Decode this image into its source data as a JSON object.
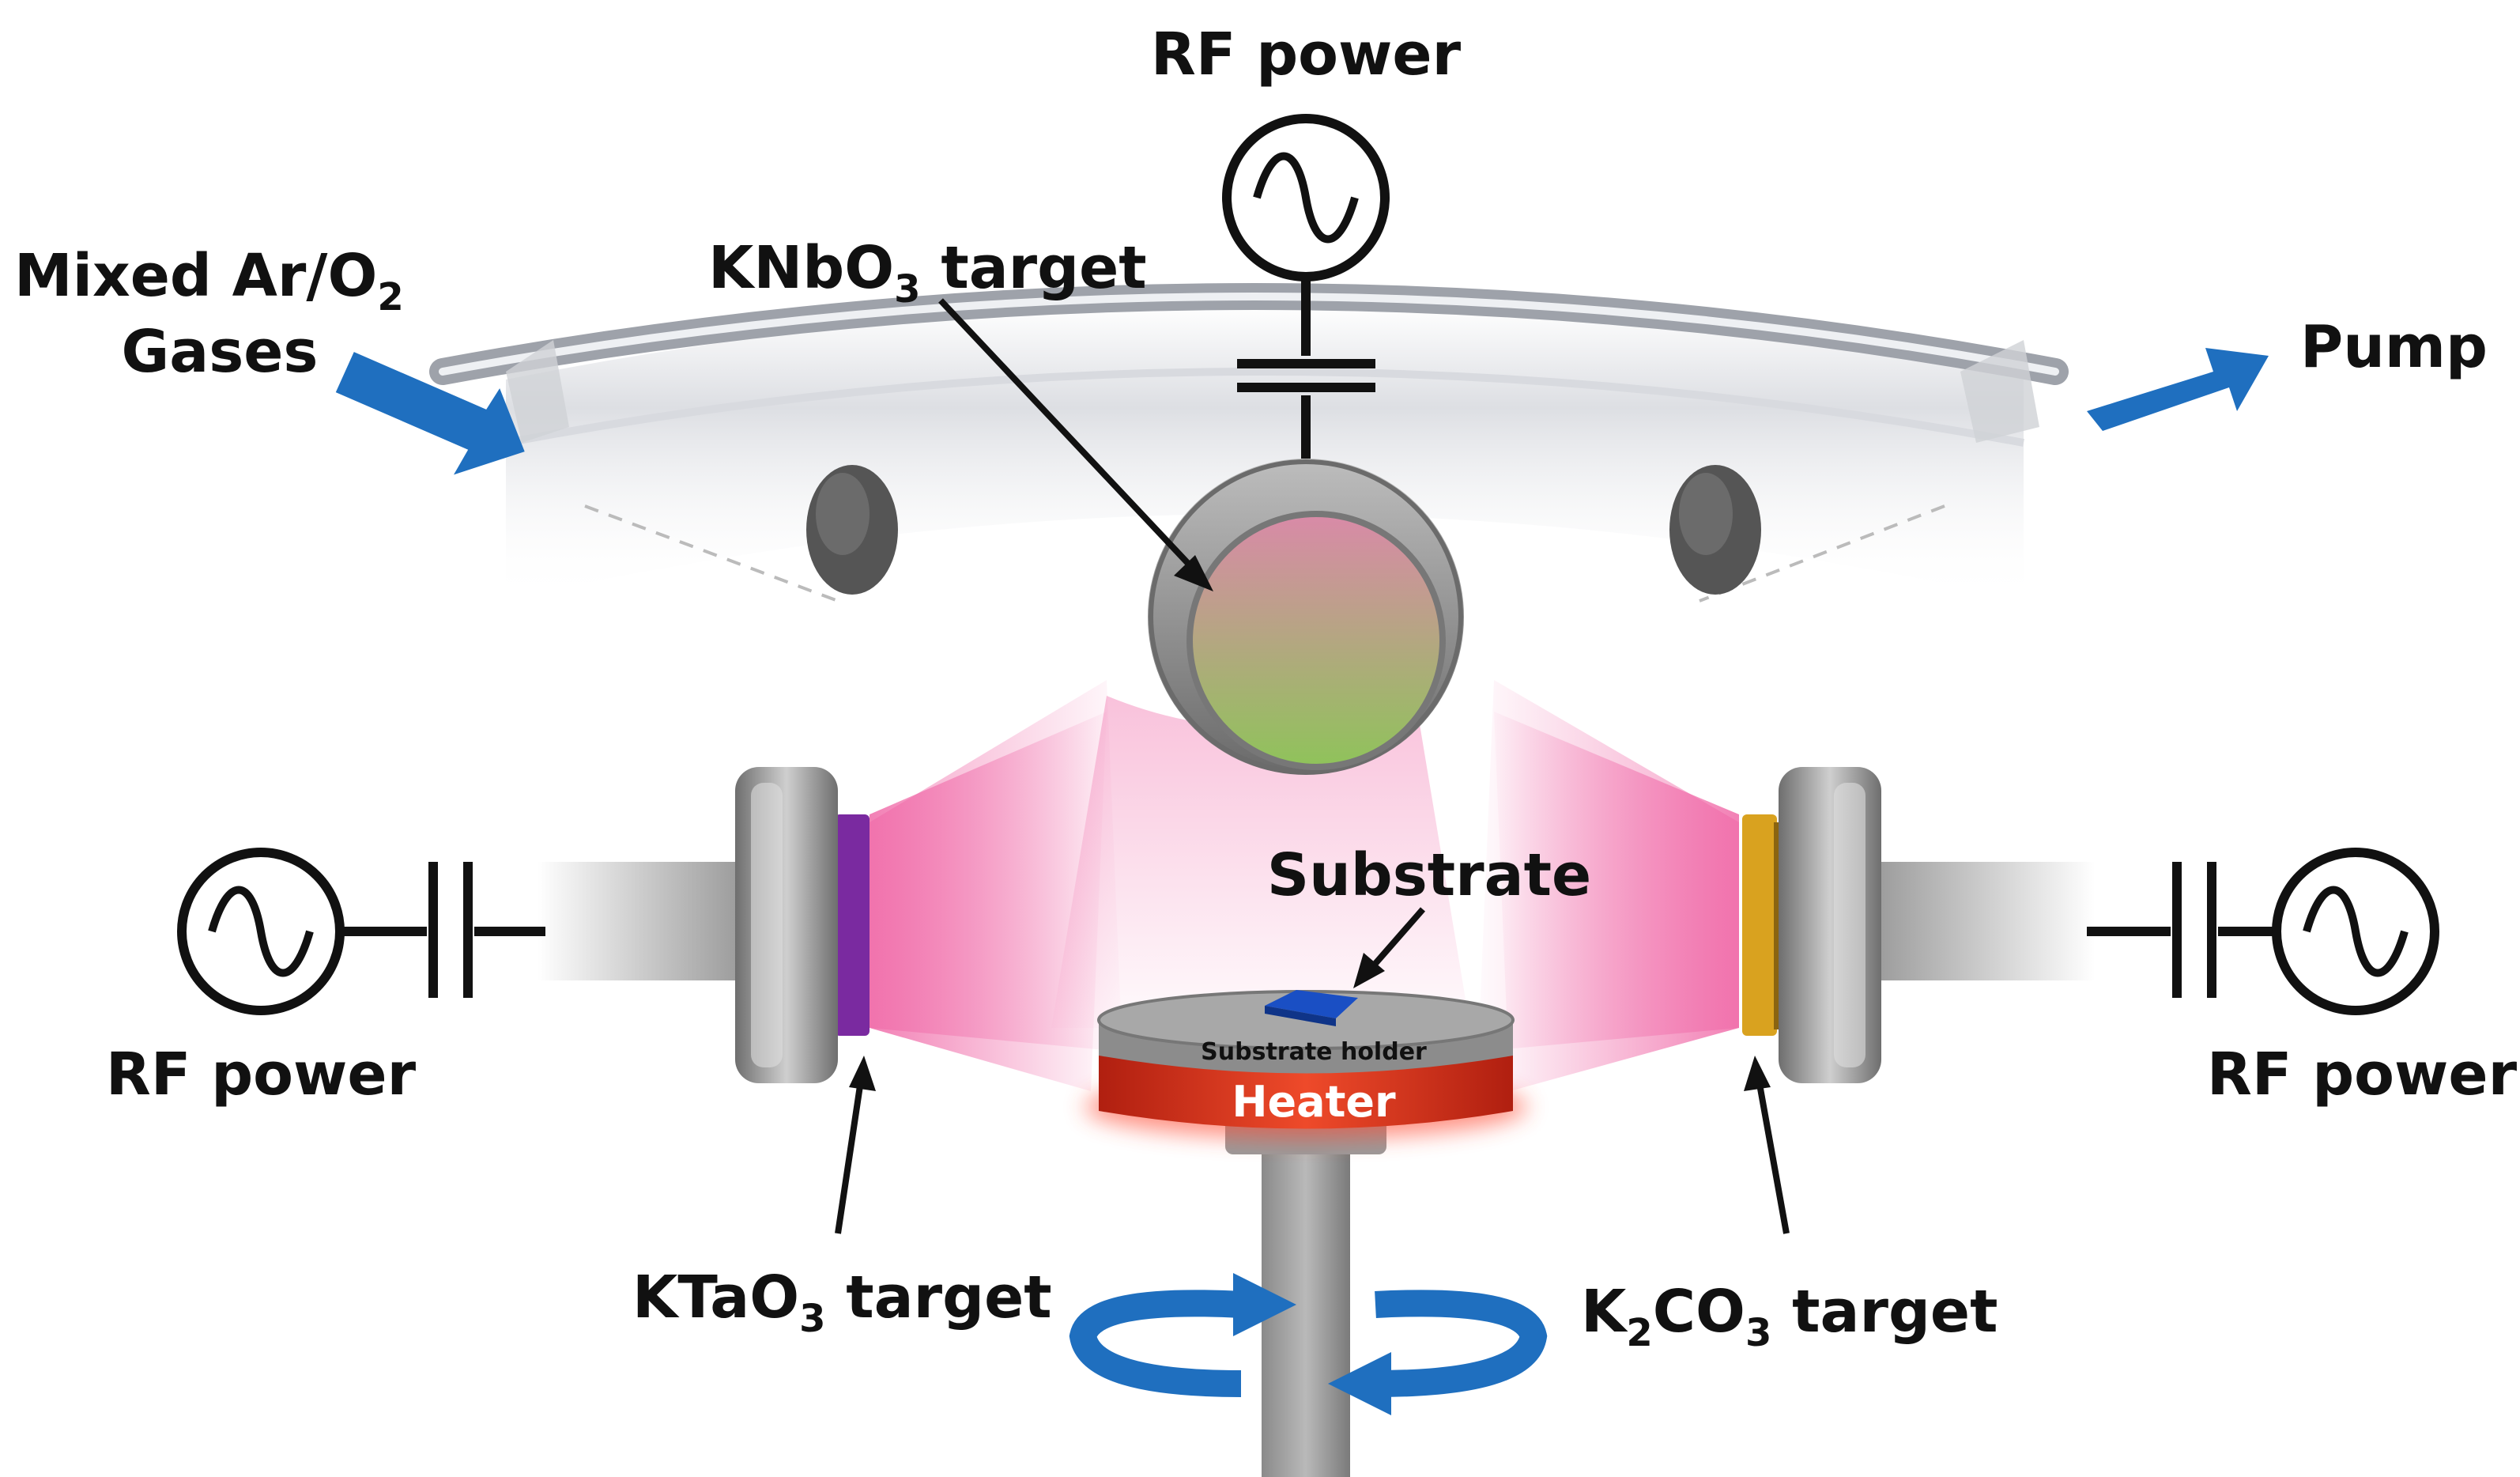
{
  "diagram": {
    "labels": {
      "rf_top": "RF power",
      "rf_left": "RF power",
      "rf_right": "RF power",
      "gas_line1": "Mixed Ar/O",
      "gas_sub": "2",
      "gas_line2": "Gases",
      "pump": "Pump",
      "knbo3_main": "KNbO",
      "knbo3_sub": "3",
      "knbo3_tail": " target",
      "ktao3_main": "KTaO",
      "ktao3_sub": "3",
      "ktao3_tail": " target",
      "k2co3_k": "K",
      "k2co3_sub1": "2",
      "k2co3_co": "CO",
      "k2co3_sub2": "3",
      "k2co3_tail": " target",
      "substrate": "Substrate",
      "substrate_holder": "Substrate holder",
      "heater": "Heater"
    },
    "colors": {
      "flow_arrow": "#1f6fbf",
      "plasma": "#f27bb2",
      "knbo3_target": "#8fbf5a",
      "ktao3_target": "#7a2aa0",
      "k2co3_target": "#d9a21f",
      "heater": "#d8321e",
      "substrate": "#1a4fc4",
      "metal": "#8c8c8c",
      "circuit": "#111111"
    },
    "icons": [
      "ac-source-icon",
      "capacitor-icon",
      "flow-arrow-icon",
      "rotation-arrow-icon"
    ]
  }
}
